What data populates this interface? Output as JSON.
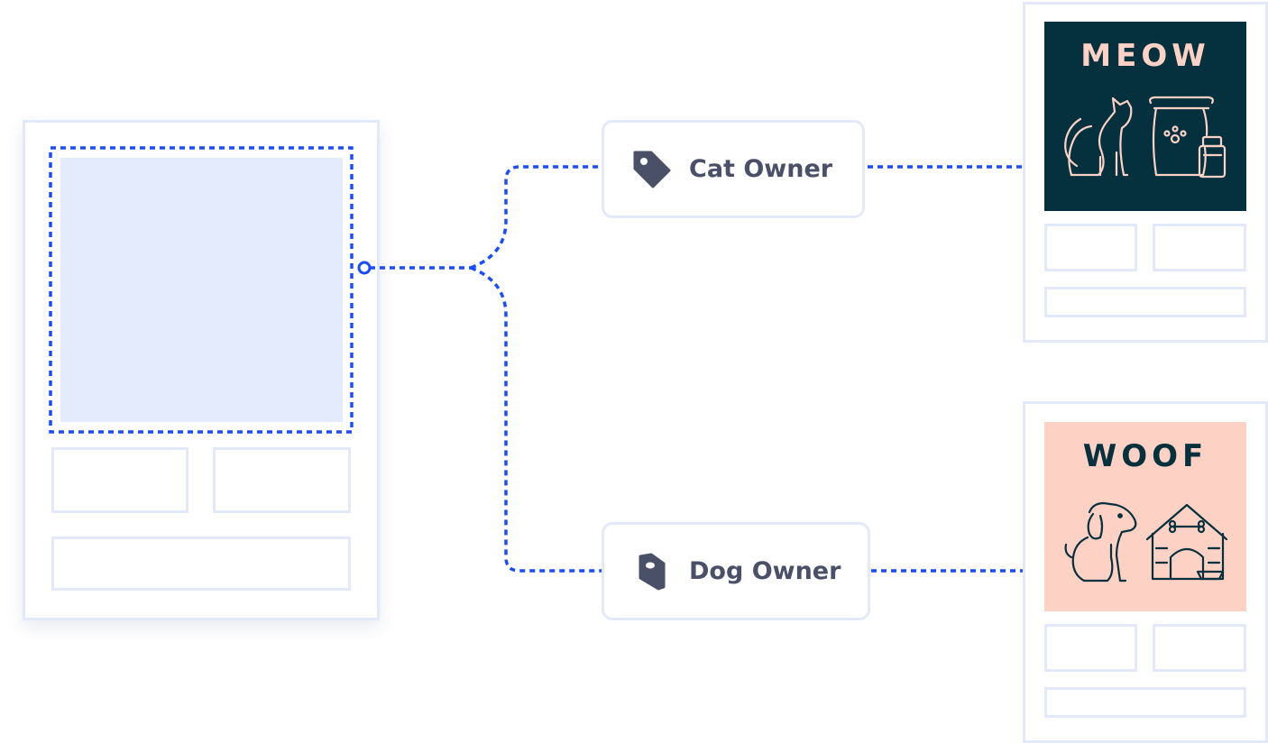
{
  "tags": {
    "cat": {
      "label": "Cat Owner",
      "icon": "tag-icon"
    },
    "dog": {
      "label": "Dog Owner",
      "icon": "tag-icon"
    }
  },
  "variants": {
    "cat": {
      "title": "MEOW",
      "bg": "#05313f",
      "fg": "#fdd1c4"
    },
    "dog": {
      "title": "WOOF",
      "bg": "#fdd1c4",
      "fg": "#05313f"
    }
  },
  "colors": {
    "connector": "#1a4dff",
    "placeholder_border": "#e3e9fa",
    "hero_fill": "#e4ebfd",
    "tag_text": "#4a5068"
  }
}
